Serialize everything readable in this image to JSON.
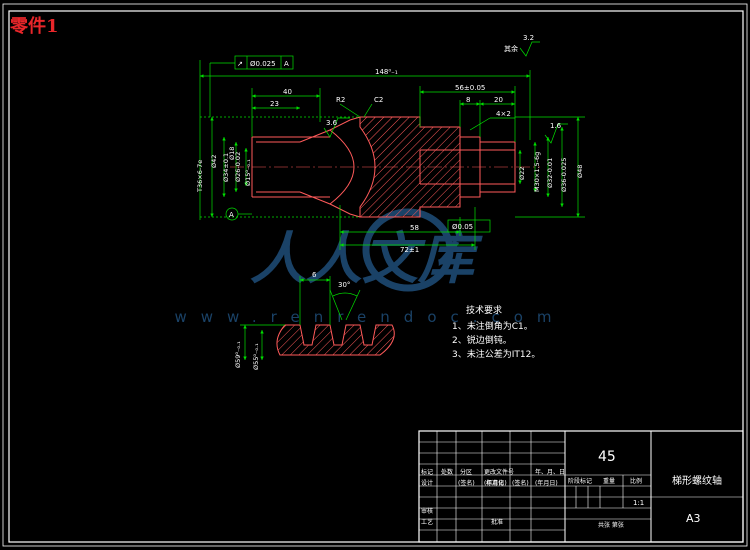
{
  "part_label": "零件1",
  "roughness_other": "其余",
  "roughness_other_value": "3.2",
  "tolerance_frame": {
    "symbol": "↗",
    "value": "Ø0.025",
    "datum": "A"
  },
  "datum_label": "A",
  "dimensions": {
    "overall_length": "148⁰₋₁",
    "len_40": "40",
    "len_23": "23",
    "len_56": "56±0.05",
    "len_8": "8",
    "len_20": "20",
    "groove_4x2": "4×2",
    "r2": "R2",
    "c2": "C2",
    "ra_36": "3.6",
    "ra_16": "1.6",
    "len_58": "58",
    "len_72": "72±1",
    "runout_005": "Ø0.05",
    "thread_left": "T36×6-7e",
    "d42": "Ø42",
    "d34": "Ø34±0.1",
    "d26": "Ø26-0.02",
    "d18": "Ø18",
    "d15": "Ø15⁰₋₀.₁",
    "d22": "Ø22",
    "m30": "M30×1.5-6g",
    "d32": "Ø32-0.01",
    "d36": "Ø36-0.025",
    "d48": "Ø48",
    "d59": "Ø59⁰₋₀.₁",
    "d55": "Ø55⁰₋₀.₁",
    "pitch_6": "6",
    "angle_30": "30°"
  },
  "tech_req": {
    "title": "技术要求",
    "items": [
      "1、未注倒角为C1。",
      "2、锐边倒钝。",
      "3、未注公差为IT12。"
    ]
  },
  "watermark": {
    "main": "人人文库",
    "url": "www.renrendoc.com"
  },
  "title_block": {
    "material": "45",
    "part_name": "梯形螺纹轴",
    "sheet_size": "A3",
    "scale": "1:1",
    "hdr_biaoji": "标记",
    "hdr_chushu": "处数",
    "hdr_fenqu": "分区",
    "hdr_gengwenjian": "更改文件号",
    "hdr_nianyueri": "年、月、日",
    "row_sheji": "设计",
    "row_sheji_sig": "(签名)",
    "row_sheji_date": "(年月日)",
    "row_biaozhunhua": "标准化",
    "row_biaozhun_sig": "(签名)",
    "row_biaozhun_date": "(年月日)",
    "row_shenhe": "审核",
    "row_gongyi": "工艺",
    "row_pizhun": "批准",
    "stage_hdr": "阶段标记",
    "weight_hdr": "重量",
    "scale_hdr": "比例",
    "sheet_count": "共张 第张"
  },
  "colors": {
    "outline": "#ffffff",
    "dimension": "#00e000",
    "part": "#ff5a5a",
    "text": "#ffffff",
    "label": "#e8262a",
    "watermark": "#1f4e79"
  }
}
